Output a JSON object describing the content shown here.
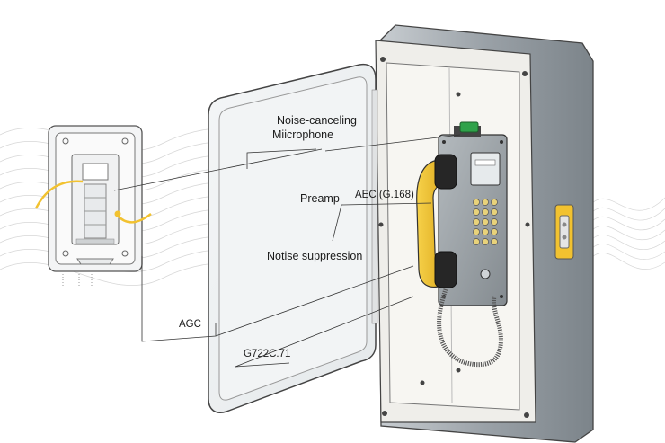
{
  "labels": {
    "mic_line1": "Noise-canceling",
    "mic_line2": "Miicrophone",
    "preamp": "Preamp",
    "aec": "AEC (G.168)",
    "noise_suppression": "Notise  suppression",
    "agc": "AGC",
    "codec": "G722C.71"
  },
  "colors": {
    "handset": "#f2c230",
    "cabinet_body": "#8f969c",
    "panel": "#9aa0a5",
    "button": "#e8d27a",
    "antenna_green": "#2fa24a",
    "wave_lines": "#cfcfcf"
  },
  "icons": {
    "signal_arrow": "curved-arrow-icon",
    "handset": "telephone-handset-icon",
    "keypad": "keypad-icon",
    "indicator": "status-light-icon"
  }
}
